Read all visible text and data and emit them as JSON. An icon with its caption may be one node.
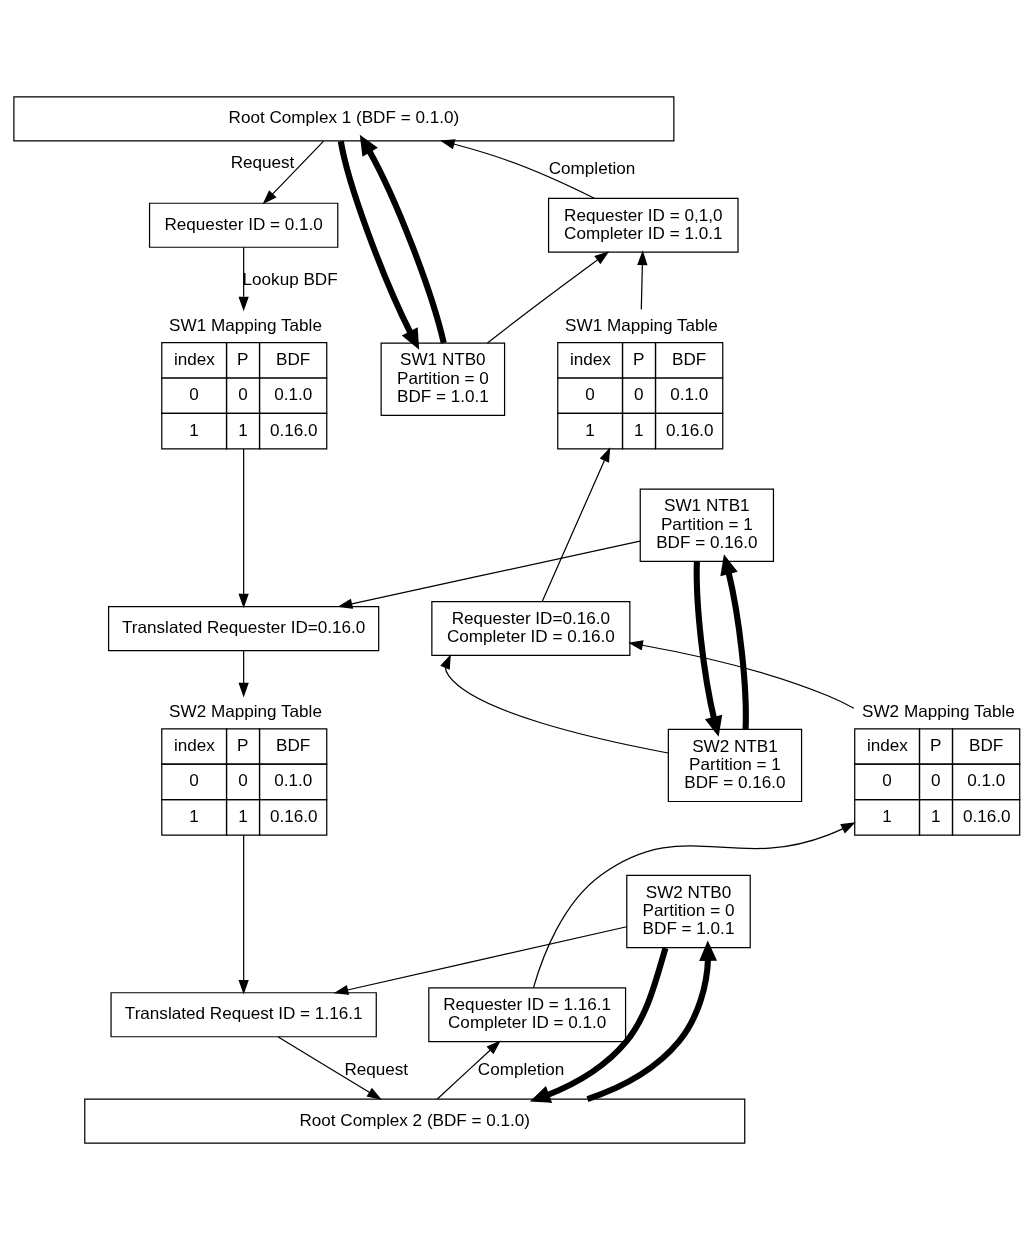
{
  "diagram": {
    "nodes": [
      {
        "text": [
          "Root Complex 1 (BDF = 0.1.0)"
        ]
      },
      {
        "text": [
          "Requester ID = 0.1.0"
        ]
      },
      {
        "text": [
          "SW1 Mapping Table",
          "index",
          "P",
          "BDF",
          "0",
          "0",
          "0.1.0",
          "1",
          "1",
          "0.16.0"
        ]
      },
      {
        "text": [
          "SW1 NTB0",
          "Partition = 0",
          "BDF = 1.0.1"
        ]
      },
      {
        "text": [
          "SW1 NTB1",
          "Partition = 1",
          "BDF = 0.16.0"
        ]
      },
      {
        "text": [
          "Requester ID = 0,1,0",
          "Completer ID = 1.0.1"
        ]
      },
      {
        "text": [
          "SW1 Mapping Table",
          "index",
          "P",
          "BDF",
          "0",
          "0",
          "0.1.0",
          "1",
          "1",
          "0.16.0"
        ]
      },
      {
        "text": [
          "Translated Requester ID=0.16.0"
        ]
      },
      {
        "text": [
          "Requester ID=0.16.0",
          "Completer ID = 0.16.0"
        ]
      },
      {
        "text": [
          "SW2 Mapping Table",
          "index",
          "P",
          "BDF",
          "0",
          "0",
          "0.1.0",
          "1",
          "1",
          "0.16.0"
        ]
      },
      {
        "text": [
          "SW2 NTB1",
          "Partition = 1",
          "BDF = 0.16.0"
        ]
      },
      {
        "text": [
          "SW2 NTB0",
          "Partition = 0",
          "BDF = 1.0.1"
        ]
      },
      {
        "text": [
          "SW2 Mapping Table",
          "index",
          "P",
          "BDF",
          "0",
          "0",
          "0.1.0",
          "1",
          "1",
          "0.16.0"
        ]
      },
      {
        "text": [
          "Translated Request ID = 1.16.1"
        ]
      },
      {
        "text": [
          "Requester ID = 1.16.1",
          "Completer ID = 0.1.0"
        ]
      },
      {
        "text": [
          "Root Complex 2 (BDF = 0.1.0)"
        ]
      }
    ],
    "edges": [
      {
        "from": 0,
        "to": 1,
        "arrow": "to",
        "label": "Request"
      },
      {
        "from": 1,
        "to": 2,
        "arrow": "to",
        "label": "Lookup BDF"
      },
      {
        "from": 2,
        "to": 7,
        "arrow": "to"
      },
      {
        "from": 4,
        "to": 7,
        "arrow": "to"
      },
      {
        "from": 7,
        "to": 9,
        "arrow": "to"
      },
      {
        "from": 9,
        "to": 13,
        "arrow": "to"
      },
      {
        "from": 11,
        "to": 13,
        "arrow": "to"
      },
      {
        "from": 13,
        "to": 15,
        "arrow": "to",
        "label": "Request"
      },
      {
        "from": 15,
        "to": 14,
        "arrow": "to",
        "label": "Completion"
      },
      {
        "from": 14,
        "to": 12,
        "arrow": "to"
      },
      {
        "from": 12,
        "to": 8,
        "arrow": "to"
      },
      {
        "from": 10,
        "to": 8,
        "arrow": "to"
      },
      {
        "from": 8,
        "to": 6,
        "arrow": "to"
      },
      {
        "from": 6,
        "to": 5,
        "arrow": "to"
      },
      {
        "from": 3,
        "to": 5,
        "arrow": "to"
      },
      {
        "from": 5,
        "to": 0,
        "arrow": "to",
        "label": "Completion"
      },
      {
        "from": 0,
        "to": 3,
        "arrow": "to",
        "style": "thick"
      },
      {
        "from": 3,
        "to": 0,
        "arrow": "to",
        "style": "thick"
      },
      {
        "from": 4,
        "to": 10,
        "arrow": "to",
        "style": "thick"
      },
      {
        "from": 10,
        "to": 4,
        "arrow": "to",
        "style": "thick"
      },
      {
        "from": 11,
        "to": 15,
        "arrow": "to",
        "style": "thick"
      },
      {
        "from": 15,
        "to": 11,
        "arrow": "to",
        "style": "thick"
      }
    ]
  }
}
